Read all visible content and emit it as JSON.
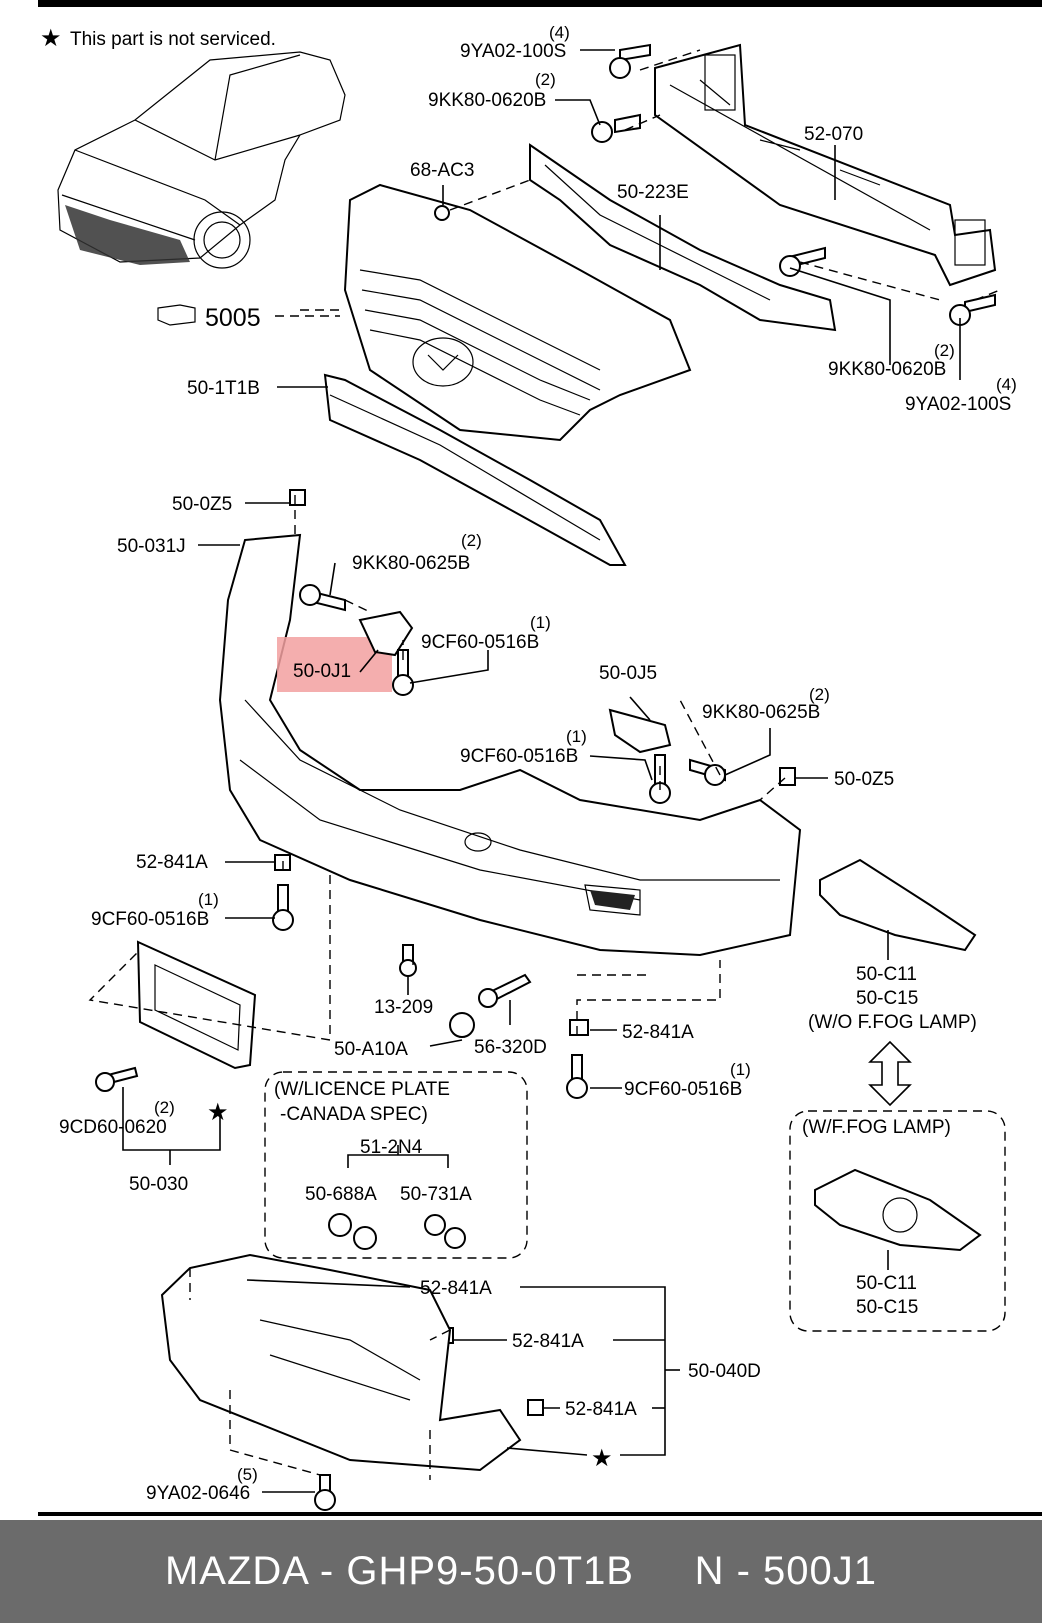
{
  "note": "This part is not serviced.",
  "footer": {
    "brand_part": "MAZDA - GHP9-50-0T1B",
    "ref": "N - 500J1"
  },
  "highlight_color": "#f2a0a0",
  "labels": {
    "p9ya02_100s_top": "9YA02-100S",
    "q4_top": "(4)",
    "p9kk80_0620b_top": "9KK80-0620B",
    "q2_top": "(2)",
    "p68ac3": "68-AC3",
    "p52_070": "52-070",
    "p50_223e": "50-223E",
    "p5005": "5005",
    "p9kk80_0620b_bot": "9KK80-0620B",
    "q2_bot": "(2)",
    "p9ya02_100s_bot": "9YA02-100S",
    "q4_bot": "(4)",
    "p50_1t1b": "50-1T1B",
    "p50_0z5_a": "50-0Z5",
    "p50_031j": "50-031J",
    "p9kk80_0625b_a": "9KK80-0625B",
    "q2_a": "(2)",
    "p9cf60_0516b_a": "9CF60-0516B",
    "q1_a": "(1)",
    "p50_0j1": "50-0J1",
    "p50_0j5": "50-0J5",
    "p9kk80_0625b_b": "9KK80-0625B",
    "q2_b": "(2)",
    "p9cf60_0516b_b": "9CF60-0516B",
    "q1_b": "(1)",
    "p50_0z5_b": "50-0Z5",
    "p52_841a_a": "52-841A",
    "p9cf60_0516b_c": "9CF60-0516B",
    "q1_c": "(1)",
    "p50_c11_a": "50-C11",
    "p50_c15_a": "50-C15",
    "wo_fog": "(W/O F.FOG LAMP)",
    "p13_209": "13-209",
    "p50_a10a": "50-A10A",
    "p56_320d": "56-320D",
    "p52_841a_b": "52-841A",
    "p9cf60_0516b_d": "9CF60-0516B",
    "q1_d": "(1)",
    "p9cd60_0620": "9CD60-0620",
    "q2_c": "(2)",
    "p50_030": "50-030",
    "licence_1": "(W/LICENCE PLATE",
    "licence_2": "-CANADA SPEC)",
    "p51_2n4": "51-2N4",
    "p50_688a": "50-688A",
    "p50_731a": "50-731A",
    "w_fog": "(W/F.FOG LAMP)",
    "p50_c11_b": "50-C11",
    "p50_c15_b": "50-C15",
    "p52_841a_c": "52-841A",
    "p52_841a_d": "52-841A",
    "p52_841a_e": "52-841A",
    "p50_040d": "50-040D",
    "p9ya02_0646": "9YA02-0646",
    "q5": "(5)"
  }
}
